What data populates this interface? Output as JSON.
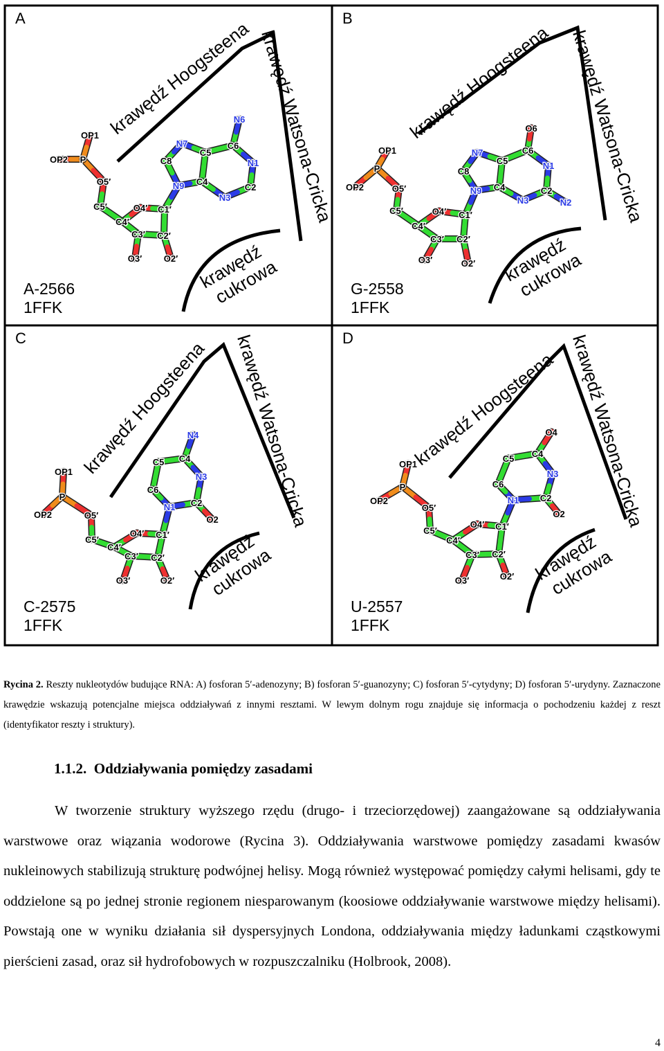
{
  "figure": {
    "colors": {
      "carbon": "#33dd33",
      "nitrogen": "#2b3be6",
      "oxygen": "#ee3030",
      "phosphorus": "#f08c1c",
      "bond_outline": "#1a6a1a"
    },
    "panels": [
      {
        "letter": "A",
        "edges": {
          "hoogsteen": "krawędź Hoogsteena",
          "watson_crick": "krawędź Watsona-Cricka",
          "sugar_1": "krawędź",
          "sugar_2": "cukrowa"
        },
        "residue": "A-2566",
        "structure": "1FFK",
        "atoms": [
          "OP1",
          "OP2",
          "P",
          "O5′",
          "C5′",
          "C4′",
          "O4′",
          "C3′",
          "C2′",
          "C1′",
          "O3′",
          "O2′",
          "N9",
          "C8",
          "N7",
          "C5",
          "C6",
          "N6",
          "N1",
          "C2",
          "N3",
          "C4"
        ]
      },
      {
        "letter": "B",
        "edges": {
          "hoogsteen": "krawędź Hoogsteena",
          "watson_crick": "krawędź Watsona-Cricka",
          "sugar_1": "krawędź",
          "sugar_2": "cukrowa"
        },
        "residue": "G-2558",
        "structure": "1FFK",
        "atoms": [
          "OP1",
          "OP2",
          "P",
          "O5′",
          "C5′",
          "C4′",
          "O4′",
          "C3′",
          "C2′",
          "C1′",
          "O3′",
          "O2′",
          "N9",
          "C8",
          "N7",
          "C5",
          "C6",
          "O6",
          "N1",
          "C2",
          "N2",
          "N3",
          "C4"
        ]
      },
      {
        "letter": "C",
        "edges": {
          "hoogsteen": "krawędź Hoogsteena",
          "watson_crick": "krawędź Watsona-Cricka",
          "sugar_1": "krawędź",
          "sugar_2": "cukrowa"
        },
        "residue": "C-2575",
        "structure": "1FFK",
        "atoms": [
          "OP1",
          "OP2",
          "P",
          "O5′",
          "C5′",
          "C4′",
          "O4′",
          "C3′",
          "C2′",
          "C1′",
          "O3′",
          "O2′",
          "N1",
          "C6",
          "C5",
          "C4",
          "N4",
          "N3",
          "C2",
          "O2"
        ]
      },
      {
        "letter": "D",
        "edges": {
          "hoogsteen": "krawędź Hoogsteena",
          "watson_crick": "krawędź Watsona-Cricka",
          "sugar_1": "krawędź",
          "sugar_2": "cukrowa"
        },
        "residue": "U-2557",
        "structure": "1FFK",
        "atoms": [
          "OP1",
          "OP2",
          "P",
          "O5′",
          "C5′",
          "C4′",
          "O4′",
          "C3′",
          "C2′",
          "C1′",
          "O3′",
          "O2′",
          "N1",
          "C6",
          "C5",
          "C4",
          "O4",
          "N3",
          "C2",
          "O2"
        ]
      }
    ]
  },
  "caption": {
    "label": "Rycina 2.",
    "text": "Reszty nukleotydów budujące RNA: A) fosforan 5′-adenozyny; B) fosforan 5′-guanozyny; C) fosforan 5′-cytydyny; D) fosforan 5′-urydyny. Zaznaczone krawędzie wskazują potencjalne miejsca oddziaływań z innymi resztami. W lewym dolnym rogu znajduje się informacja o pochodzeniu każdej z reszt (identyfikator reszty i struktury)."
  },
  "section": {
    "number": "1.1.2.",
    "title": "Oddziaływania pomiędzy zasadami"
  },
  "body": "W tworzenie struktury wyższego rzędu (drugo- i trzeciorzędowej) zaangażowane są oddziaływania warstwowe oraz wiązania wodorowe (Rycina 3). Oddziaływania warstwowe pomiędzy zasadami kwasów nukleinowych stabilizują strukturę podwójnej helisy. Mogą również występować pomiędzy całymi helisami, gdy te oddzielone są po jednej stronie regionem niesparowanym (koosiowe oddziaływanie warstwowe między helisami). Powstają one w wyniku działania sił dyspersyjnych Londona, oddziaływania między ładunkami cząstkowymi pierścieni zasad, oraz sił hydrofobowych w rozpuszczalniku (Holbrook, 2008).",
  "page_number": "4"
}
